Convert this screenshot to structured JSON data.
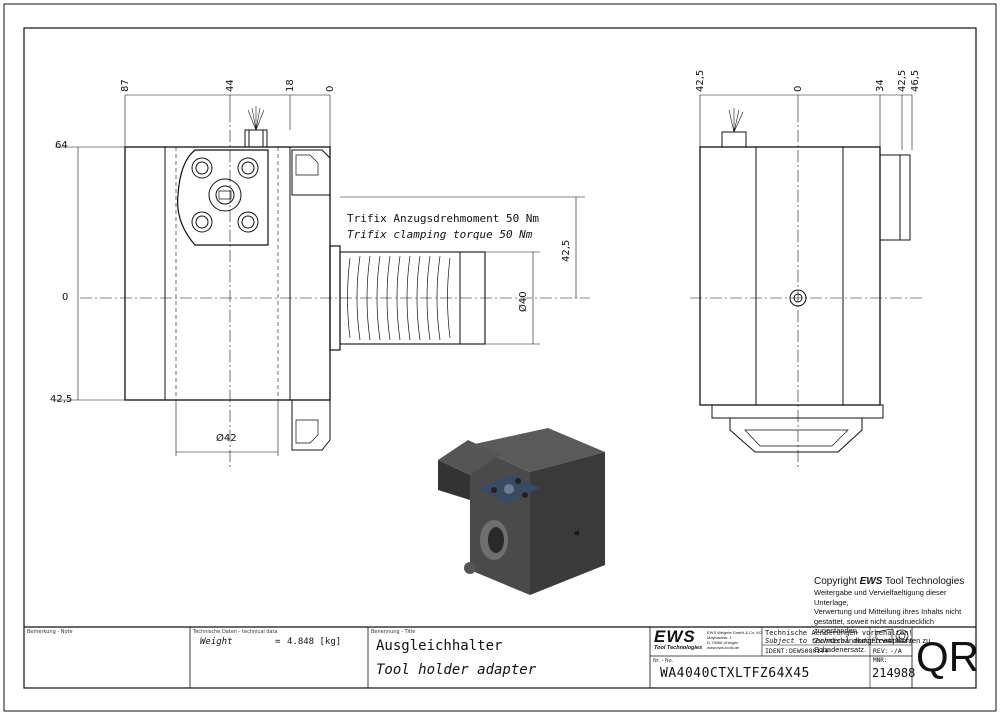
{
  "dims_left": {
    "top": [
      "87",
      "44",
      "18",
      "0"
    ],
    "left": [
      "64",
      "0",
      "42,5"
    ],
    "right_v": "42,5",
    "dia40": "Ø40",
    "dia42": "Ø42"
  },
  "dims_right": {
    "top": [
      "42,5",
      "0",
      "34",
      "42,5",
      "46,5"
    ]
  },
  "notes": {
    "torque_de": "Trifix Anzugsdrehmoment  50 Nm",
    "torque_en": "Trifix clamping torque  50 Nm"
  },
  "copyright": {
    "prefix": "Copyright ",
    "brand": "EWS",
    "suffix": " Tool Technologies",
    "lines": [
      "Weitergabe und Vervielfaeltigung dieser Unterlage,",
      "Verwertung und Mitteilung ihres Inhalts nicht",
      "gestattet, soweit nicht ausdruecklich zugestanden.",
      "Zuwiderhandlungen verpflichten zu Schadenersatz."
    ]
  },
  "titleblock": {
    "remark_label": "Bemerkung - Note",
    "tech_label": "Technische Daten - technical data",
    "weight_label": "Weight",
    "weight_eq": "=",
    "weight_value": "4.848 [kg]",
    "title_label": "Benennung - Title",
    "title_de": "Ausgleichhalter",
    "title_en": "Tool holder adapter",
    "logo": "EWS",
    "logo_sub": "Tool Technologies",
    "company_lines": [
      "EWS Weigele GmbH & Co. KG",
      "Maybachstr. 1",
      "D-73066 Uhingen",
      "www.ews-tools.de"
    ],
    "change_de": "Technische Aenderungen vorbehalten!",
    "change_en": "Subject to technical modifications!",
    "ident_label": "IDENT:",
    "ident_value": "DEWS080144",
    "rev_label": "REV:",
    "rev_value": "-/A",
    "nr_label": "Nr. - No.",
    "part_no": "WA4040CTXLTFZ64X45",
    "mnr_label": "MNR:",
    "mnr_value": "214988",
    "qr": "QR"
  },
  "colors": {
    "line": "#111111",
    "render_dark": "#3a3a3a",
    "render_mid": "#555555",
    "render_light": "#7a7a7a",
    "render_blue": "#3b4a63"
  }
}
